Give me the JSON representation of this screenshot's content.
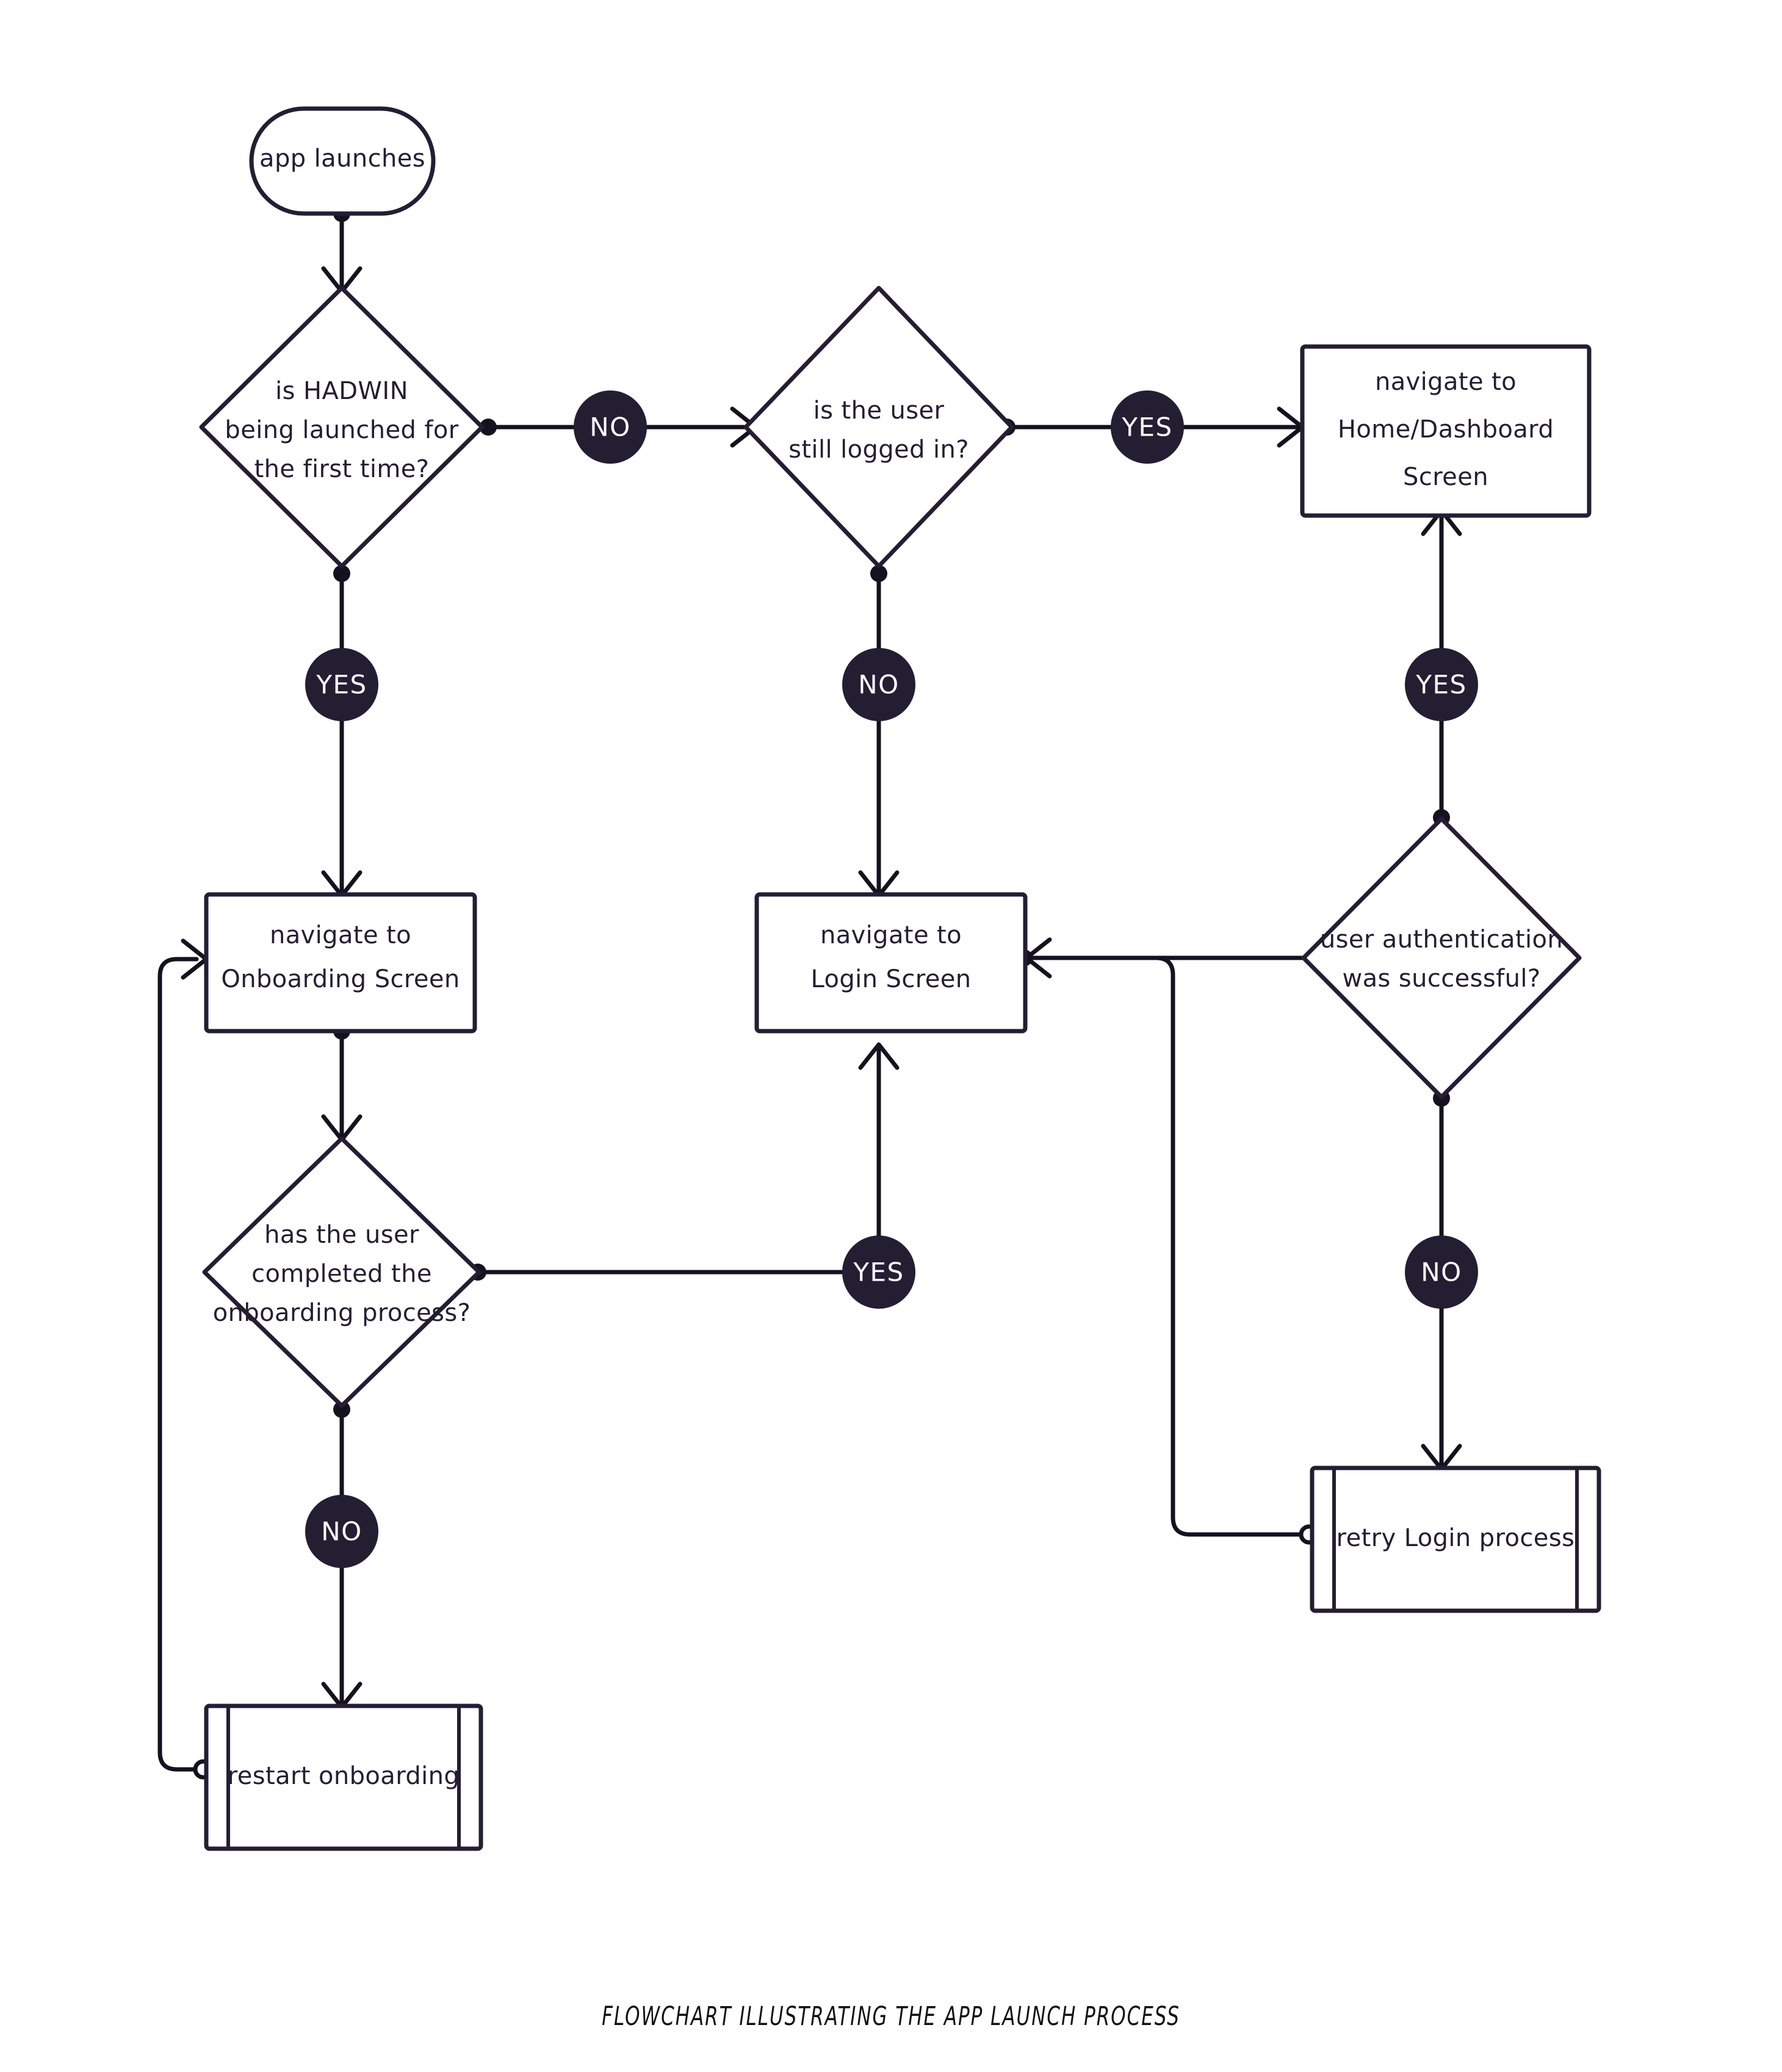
{
  "diagram": {
    "caption": "FLOWCHART ILLUSTRATING THE APP LAUNCH PROCESS",
    "colors": {
      "stroke": "#241E33",
      "edge": "#15121f",
      "badge_fill": "#241E33",
      "badge_text": "#ffffff",
      "background": "#ffffff"
    },
    "nodes": {
      "start": {
        "label": "app launches",
        "shape": "stadium"
      },
      "first_launch": {
        "line1": "is HADWIN",
        "line2": "being launched for",
        "line3": "the first time?",
        "shape": "decision"
      },
      "still_logged_in": {
        "line1": "is the user",
        "line2": "still logged in?",
        "shape": "decision"
      },
      "home_dashboard": {
        "line1": "navigate to",
        "line2": "Home/Dashboard",
        "line3": "Screen",
        "shape": "process"
      },
      "onboarding_screen": {
        "line1": "navigate to",
        "line2": "Onboarding Screen",
        "shape": "process"
      },
      "login_screen": {
        "line1": "navigate to",
        "line2": "Login Screen",
        "shape": "process"
      },
      "onboarding_complete": {
        "line1": "has the user",
        "line2": "completed the",
        "line3": "onboarding process?",
        "shape": "decision"
      },
      "auth_successful": {
        "line1": "user authentication",
        "line2": "was successful?",
        "shape": "decision"
      },
      "restart_onboarding": {
        "label": "restart onboarding",
        "shape": "subroutine"
      },
      "retry_login": {
        "label": "retry Login process",
        "shape": "subroutine"
      }
    },
    "badges": {
      "first_launch_no": "NO",
      "first_launch_yes": "YES",
      "still_logged_in_yes": "YES",
      "still_logged_in_no": "NO",
      "auth_yes": "YES",
      "auth_no": "NO",
      "onboarding_yes": "YES",
      "onboarding_no": "NO"
    }
  }
}
